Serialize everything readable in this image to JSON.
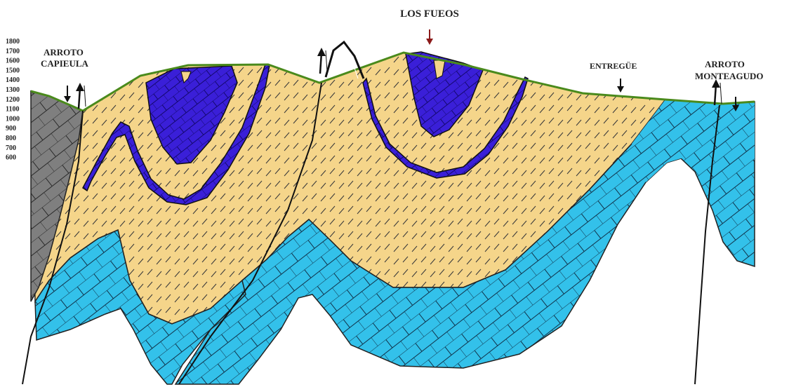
{
  "labels": {
    "los_fueos": "LOS FUEOS",
    "arroyo_capiella_1": "ARROTO",
    "arroyo_capiella_2": "CAPIEULA",
    "entregue": "ENTREGÜE",
    "arroyo_monteagudo_1": "ARROTO",
    "arroyo_monteagudo_2": "MONTEAGUDO"
  },
  "elevation_ticks": [
    "1800",
    "1700",
    "1600",
    "1500",
    "1400",
    "1300",
    "1200",
    "1100",
    "1000",
    "900",
    "800",
    "700",
    "600"
  ],
  "colors": {
    "sandstone": "#f5d58a",
    "limestone": "#33c1ea",
    "coal": "#3a1fd8",
    "basement": "#7f7f7f",
    "topography": "#4a8a1c",
    "fault": "#111111",
    "arrow": "#8b1a1a"
  }
}
